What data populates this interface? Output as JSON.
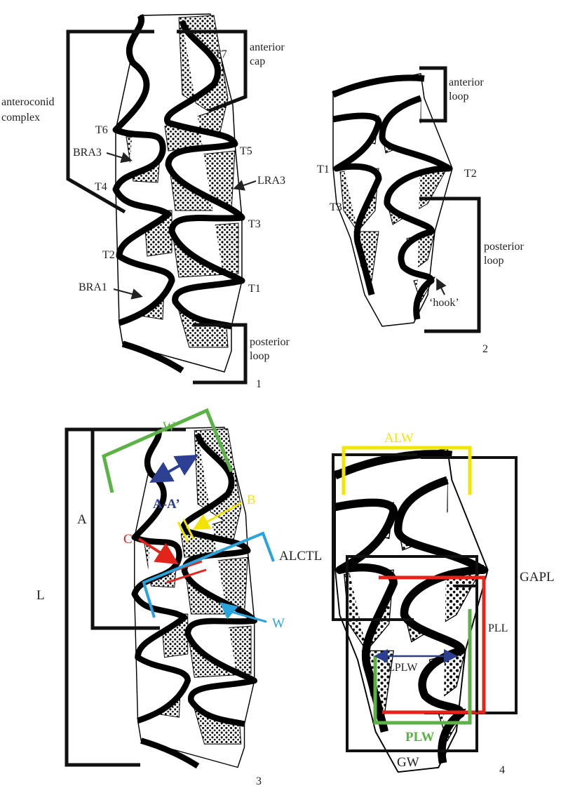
{
  "colors": {
    "yellow": "#f2e600",
    "green": "#5cb345",
    "blue": "#2c3f93",
    "lightblue": "#29a3dd",
    "red": "#e1251b",
    "black": "#111111"
  },
  "panel1": {
    "number": "1",
    "anteroconid_complex": [
      "anteroconid",
      "complex"
    ],
    "anterior_cap": [
      "anterior",
      "cap"
    ],
    "posterior_loop": [
      "posterior",
      "loop"
    ],
    "labels": {
      "T7": "T7",
      "T6": "T6",
      "T5": "T5",
      "T4": "T4",
      "T3": "T3",
      "T2": "T2",
      "T1": "T1",
      "BRA3": "BRA3",
      "LRA3": "LRA3",
      "BRA1": "BRA1"
    }
  },
  "panel2": {
    "number": "2",
    "anterior_loop": [
      "anterior",
      "loop"
    ],
    "posterior_loop": [
      "posterior",
      "loop"
    ],
    "hook": "‘hook’",
    "labels": {
      "T1": "T1",
      "T2": "T2",
      "T3": "T3"
    }
  },
  "panel3": {
    "number": "3",
    "labels": {
      "W_prime": "W’",
      "A_A_prime": "A-A’",
      "B": "B",
      "A": "A",
      "C": "C",
      "L": "L",
      "W": "W"
    }
  },
  "panel4": {
    "number": "4",
    "labels": {
      "ALW": "ALW",
      "ALCTL": "ALCTL",
      "GAPL": "GAPL",
      "PLL": "PLL",
      "LPLW": "LPLW",
      "PLW": "PLW",
      "GW": "GW"
    }
  }
}
